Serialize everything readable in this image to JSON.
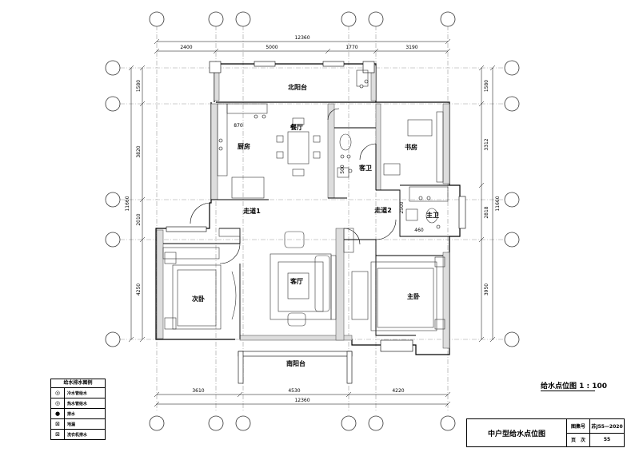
{
  "drawing": {
    "title": "中户型给水点位图",
    "plan_label": "给水点位图",
    "scale": "1 : 100",
    "atlas_no_label": "图集号",
    "atlas_no": "苏J55—2020",
    "page_label": "页　次",
    "page_no": "55"
  },
  "dimensions": {
    "top_total": "12360",
    "top_segments": [
      "2400",
      "5000",
      "1770",
      "3190"
    ],
    "bottom_total": "12360",
    "bottom_segments": [
      "3610",
      "4530",
      "4220"
    ],
    "left_total": "11660",
    "left_segments": [
      "1580",
      "3820",
      "2010",
      "4250"
    ],
    "right_total": "11660",
    "right_segments": [
      "1580",
      "3312",
      "2818",
      "3950"
    ],
    "notes": [
      "870",
      "460",
      "500",
      "2500"
    ]
  },
  "rooms": {
    "north_balcony": "北阳台",
    "kitchen": "厨房",
    "dining": "餐厅",
    "guest_bath": "客卫",
    "study": "书房",
    "corridor1": "走道1",
    "corridor2": "走道2",
    "master_bath": "主卫",
    "second_bedroom": "次卧",
    "living": "客厅",
    "master_bedroom": "主卧",
    "south_balcony": "南阳台"
  },
  "legend": {
    "title": "给水排水图例",
    "items": [
      {
        "symbol": "◎",
        "label": "冷水管给水"
      },
      {
        "symbol": "◎",
        "label": "热水管给水"
      },
      {
        "symbol": "●",
        "label": "排水"
      },
      {
        "symbol": "⊠",
        "label": "地漏"
      },
      {
        "symbol": "⊠",
        "label": "洗衣机排水"
      }
    ]
  }
}
